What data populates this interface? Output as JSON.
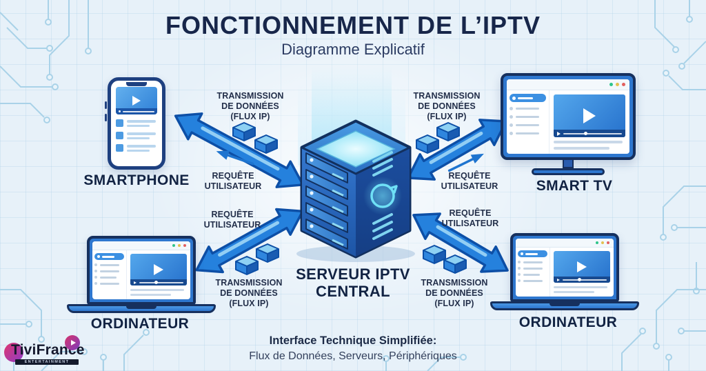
{
  "title": {
    "main": "FONCTIONNEMENT DE L’IPTV",
    "subtitle": "Diagramme Explicatif"
  },
  "server": {
    "name_lines": [
      "SERVEUR IPTV",
      "CENTRAL"
    ]
  },
  "devices": {
    "smartphone": "SMARTPHONE",
    "smart_tv": "SMART TV",
    "computer_left": "ORDINATEUR",
    "computer_right": "ORDINATEUR"
  },
  "flows": {
    "top_left": {
      "transmission": [
        "TRANSMISSION",
        "DE DONNÉES",
        "(FLUX IP)"
      ],
      "request": [
        "REQUÊTE",
        "UTILISATEUR"
      ]
    },
    "top_right": {
      "transmission": [
        "TRANSMISSION",
        "DE DONNÉES",
        "(FLUX IP)"
      ],
      "request": [
        "REQUÊTE",
        "UTILISATEUR"
      ]
    },
    "bottom_left": {
      "transmission": [
        "TRANSMISSION",
        "DE DONNÉES",
        "(FLUX IP)"
      ],
      "request": [
        "REQUÊTE",
        "UTILISATEUR"
      ]
    },
    "bottom_right": {
      "transmission": [
        "TRANSMISSION",
        "DE DONNÉES",
        "(FLUX IP)"
      ],
      "request": [
        "REQUÊTE",
        "UTILISATEUR"
      ]
    }
  },
  "footer": {
    "heading": "Interface Technique Simplifiée:",
    "description": "Flux de Données, Serveurs, Périphériques"
  },
  "logo": {
    "brand": "TiviFrance",
    "tagline": "ENTERTAINMENT"
  },
  "colors": {
    "background": "#e7f1f9",
    "dark_navy_text": "#17264a",
    "arrow_blue": "#2581dd",
    "arrow_outline": "#0d4fa6",
    "device_frame_blue": "#2e77cf",
    "device_outline": "#16305e",
    "glow_cyan": "#7fe0f6",
    "logo_gradient_start": "#e0366f",
    "logo_gradient_end": "#8e3cc7"
  }
}
